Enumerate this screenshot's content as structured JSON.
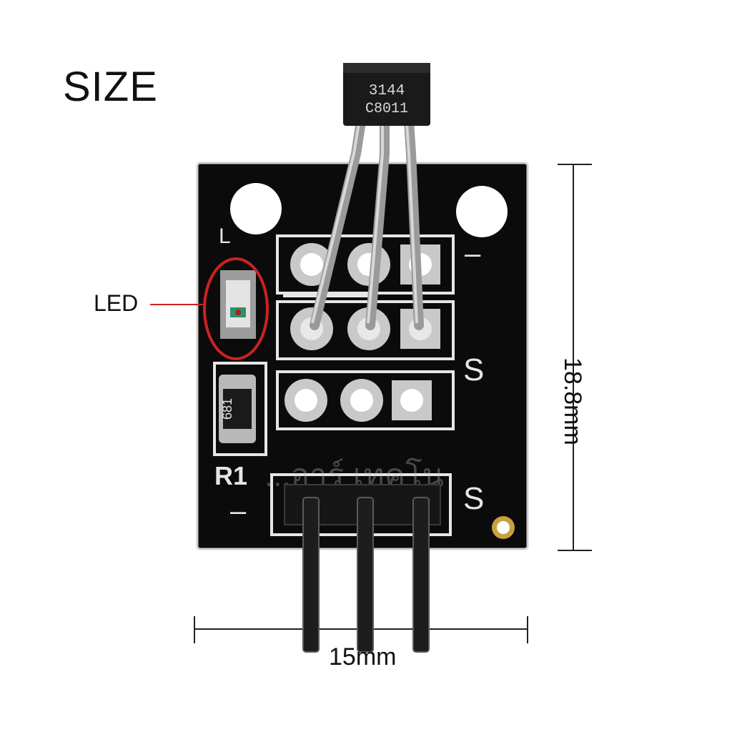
{
  "title": "SIZE",
  "callout": {
    "led_label": "LED"
  },
  "dimensions": {
    "width_label": "15mm",
    "height_label": "18.8mm"
  },
  "sensor": {
    "line1": "3144",
    "line2": "C8011"
  },
  "board": {
    "resistor_label": "R1",
    "resistor_code": "681",
    "pin_label_s1": "S",
    "pin_label_s2": "S",
    "pin_label_minus1": "–",
    "pin_label_minus2": "–",
    "pad_label_l": "L",
    "watermark": "...อาร์ เทคโน"
  },
  "colors": {
    "pcb": "#0b0b0b",
    "silk": "#e6e6e6",
    "pin": "#9a9a9a",
    "callout": "#cc2222"
  }
}
